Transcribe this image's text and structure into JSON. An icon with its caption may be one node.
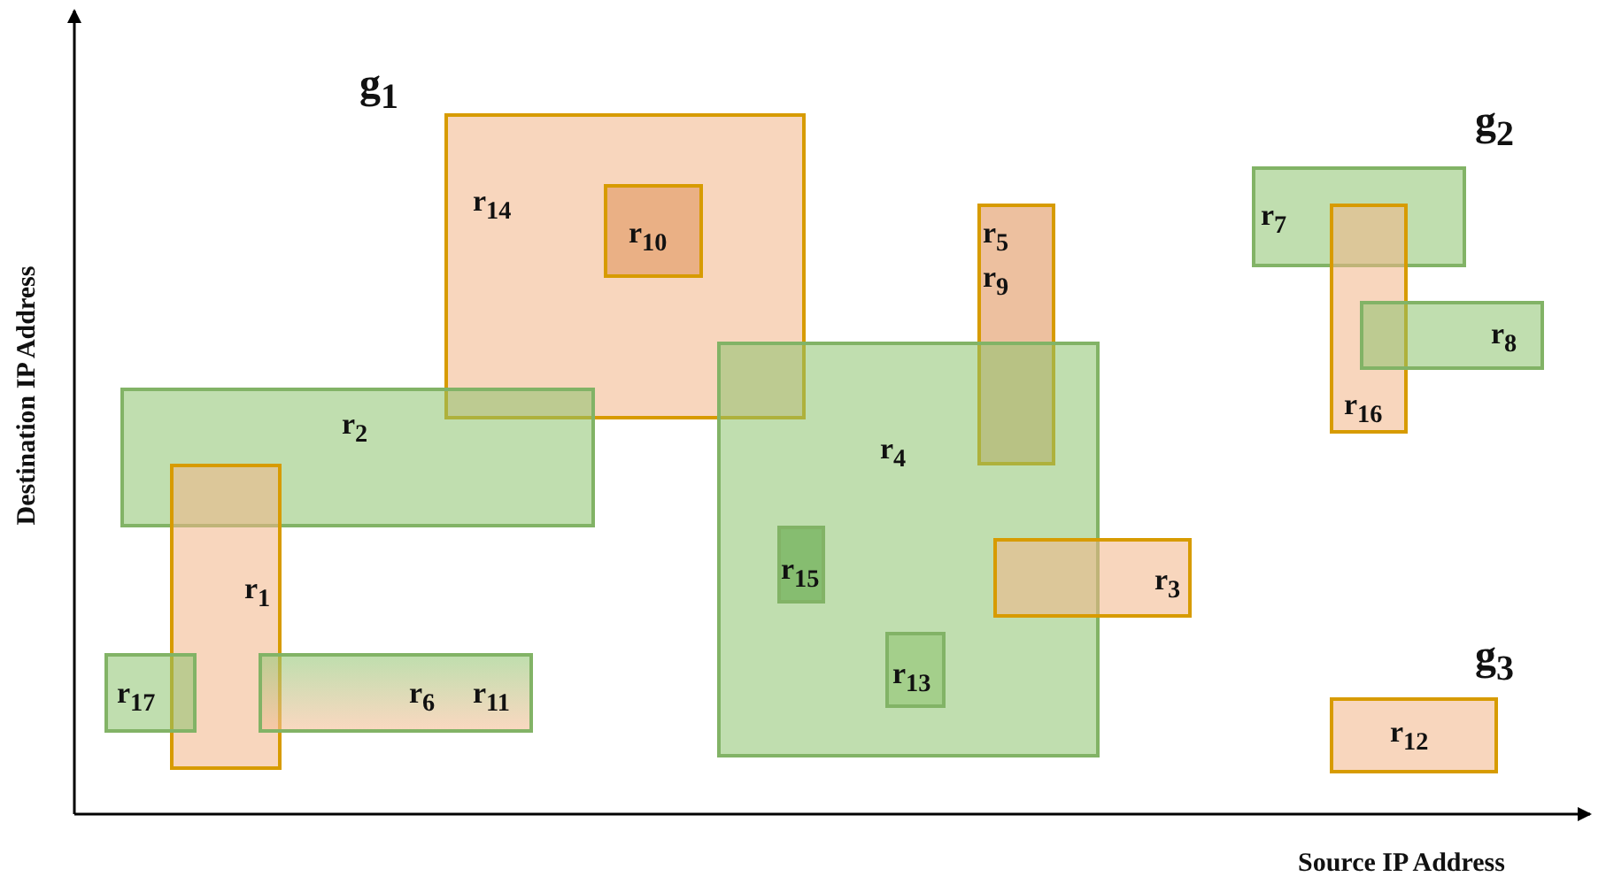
{
  "diagram": {
    "nodes": [
      {
        "text": [
          "r$_{14}$"
        ]
      },
      {
        "text": [
          "r$_{10}$"
        ],
        "in": 0
      },
      {
        "text": [
          "r$_{5}$",
          "r$_{9}$"
        ]
      },
      {
        "text": [
          "r$_{7}$"
        ]
      },
      {
        "text": [
          "r$_{16}$"
        ]
      },
      {
        "text": [
          "r$_{8}$"
        ]
      },
      {
        "text": [
          "r$_{4}$"
        ]
      },
      {
        "text": [
          "r$_{15}$"
        ],
        "in": 6
      },
      {
        "text": [
          "r$_{13}$"
        ],
        "in": 6
      },
      {
        "text": [
          "r$_{2}$"
        ]
      },
      {
        "text": [
          "r$_{1}$"
        ]
      },
      {
        "text": [
          "r$_{3}$"
        ]
      },
      {
        "text": [
          "r$_{17}$"
        ]
      },
      {
        "text": [
          "r$_{6}$",
          "r$_{11}$"
        ]
      },
      {
        "text": [
          "r$_{12}$"
        ]
      }
    ],
    "labels": [
      "Destination IP Address",
      "g$_{1}$",
      "g$_{2}$",
      "g$_{3}$",
      "Source IP Address"
    ]
  }
}
